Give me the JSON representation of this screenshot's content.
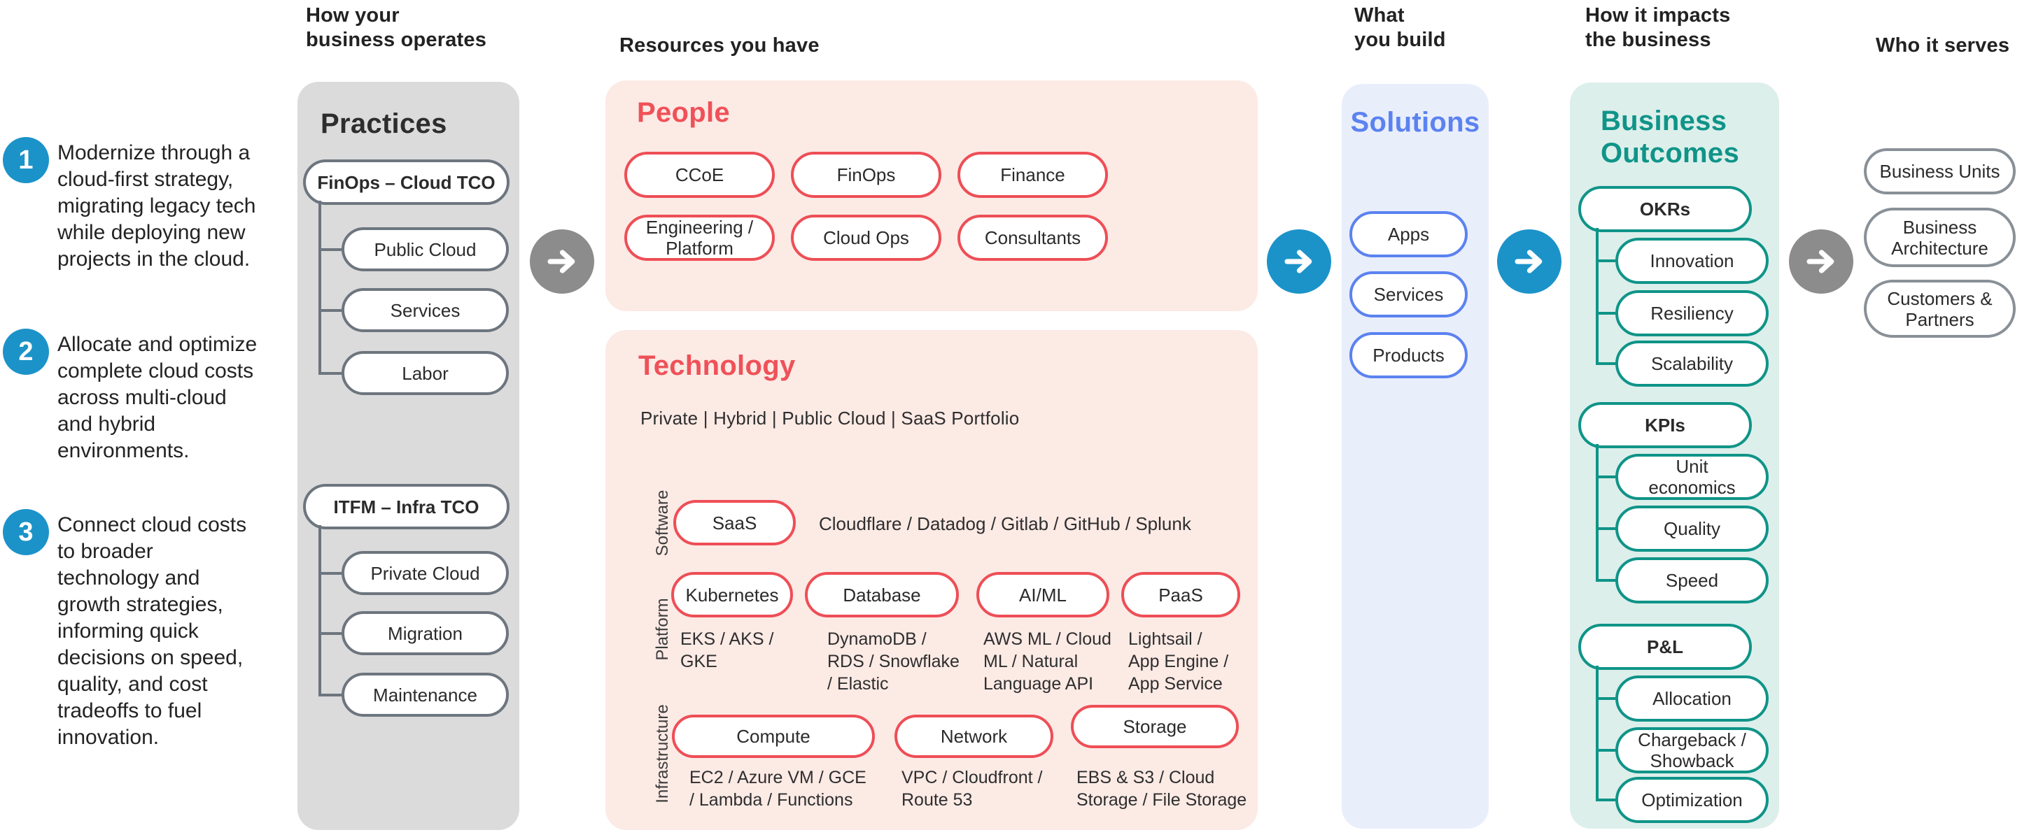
{
  "headers": {
    "operates": "How your\nbusiness operates",
    "resources": "Resources you have",
    "build": "What\nyou build",
    "impacts": "How it impacts\nthe business",
    "serves": "Who it serves"
  },
  "intro_items": [
    {
      "num": "1",
      "text": "Modernize through a\ncloud-first strategy,\nmigrating legacy tech\nwhile deploying new\nprojects in the cloud."
    },
    {
      "num": "2",
      "text": "Allocate and optimize\ncomplete cloud costs\nacross multi-cloud\nand hybrid\nenvironments."
    },
    {
      "num": "3",
      "text": "Connect cloud costs\nto broader\ntechnology and\ngrowth strategies,\ninforming quick\ndecisions on speed,\nquality, and cost\ntradeoffs to fuel\ninnovation."
    }
  ],
  "practices": {
    "title": "Practices",
    "groups": [
      {
        "parent": "FinOps – Cloud TCO",
        "children": [
          "Public Cloud",
          "Services",
          "Labor"
        ]
      },
      {
        "parent": "ITFM – Infra TCO",
        "children": [
          "Private Cloud",
          "Migration",
          "Maintenance"
        ]
      }
    ]
  },
  "people": {
    "title": "People",
    "pills": [
      "CCoE",
      "FinOps",
      "Finance",
      "Engineering /\nPlatform",
      "Cloud Ops",
      "Consultants"
    ]
  },
  "technology": {
    "title": "Technology",
    "subtitle": "Private  |  Hybrid  |  Public Cloud | SaaS Portfolio",
    "layers": [
      {
        "label": "Software",
        "pills": [
          "SaaS"
        ],
        "captions": [
          "Cloudflare / Datadog / Gitlab / GitHub /  Splunk"
        ]
      },
      {
        "label": "Platform",
        "pills": [
          "Kubernetes",
          "Database",
          "AI/ML",
          "PaaS"
        ],
        "captions": [
          "EKS / AKS /\nGKE",
          "DynamoDB /\nRDS / Snowflake\n/ Elastic",
          "AWS ML / Cloud\nML / Natural\nLanguage API",
          "Lightsail /\nApp Engine /\nApp Service"
        ]
      },
      {
        "label": "Infrastructure",
        "pills": [
          "Compute",
          "Network",
          "Storage"
        ],
        "captions": [
          "EC2 / Azure VM / GCE\n/ Lambda / Functions",
          "VPC / Cloudfront /\nRoute 53",
          "EBS & S3 / Cloud\nStorage / File Storage"
        ]
      }
    ]
  },
  "solutions": {
    "title": "Solutions",
    "pills": [
      "Apps",
      "Services",
      "Products"
    ]
  },
  "outcomes": {
    "title": "Business\nOutcomes",
    "groups": [
      {
        "parent": "OKRs",
        "children": [
          "Innovation",
          "Resiliency",
          "Scalability"
        ]
      },
      {
        "parent": "KPIs",
        "children": [
          "Unit\neconomics",
          "Quality",
          "Speed"
        ]
      },
      {
        "parent": "P&L",
        "children": [
          "Allocation",
          "Chargeback /\nShowback",
          "Optimization"
        ]
      }
    ]
  },
  "serves": {
    "pills": [
      "Business Units",
      "Business\nArchitecture",
      "Customers &\nPartners"
    ]
  },
  "arrows": [
    {
      "icon": "arrow-right-icon",
      "style": "gray"
    },
    {
      "icon": "arrow-right-icon",
      "style": "blue"
    },
    {
      "icon": "arrow-right-icon",
      "style": "blue"
    },
    {
      "icon": "arrow-right-icon",
      "style": "gray"
    }
  ],
  "colors": {
    "accent_blue": "#1b93c9",
    "arrow_gray": "#8c8c8c",
    "practice_bg": "#dbdbdc",
    "practice_border": "#6d757e",
    "practice_title": "#2d2d2d",
    "resource_bg": "#fceae5",
    "resource_red": "#ee4e56",
    "resource_title": "#ef5158",
    "solutions_bg": "#e9eefb",
    "solutions_blue": "#5b82f0",
    "outcomes_bg": "#ddefeb",
    "outcomes_teal": "#0f9488",
    "serves_border": "#899097",
    "text_dark": "#2b2b2b"
  }
}
